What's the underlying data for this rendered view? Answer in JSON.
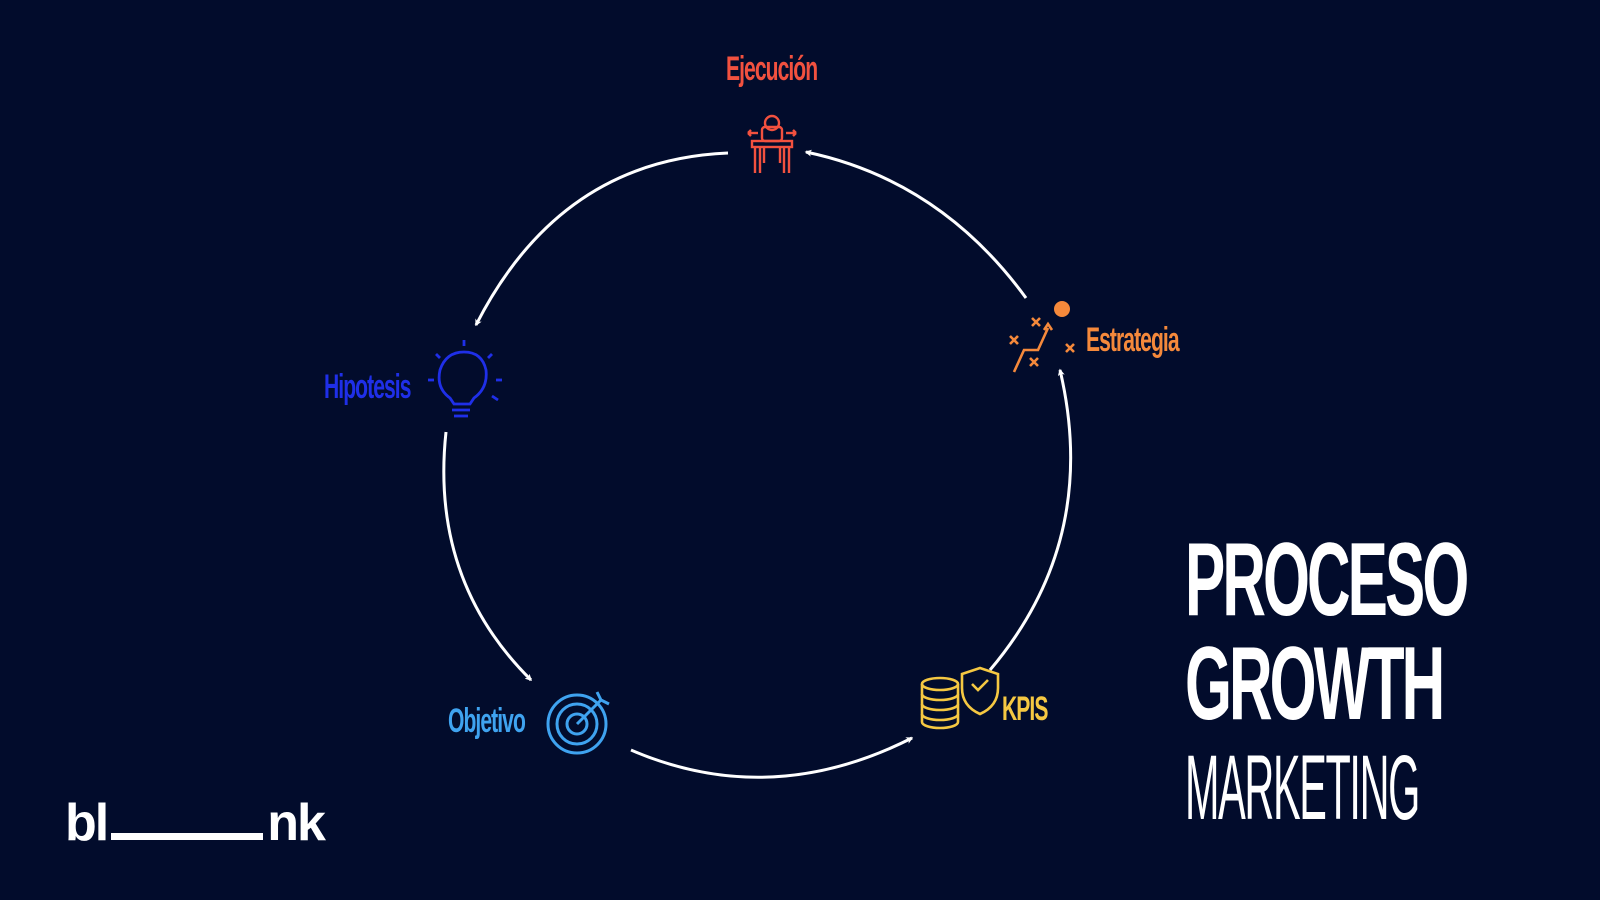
{
  "diagram": {
    "steps": [
      {
        "id": "ejecucion",
        "label": "Ejecución",
        "color": "#f2513f",
        "icon": "person-at-desk-icon"
      },
      {
        "id": "estrategia",
        "label": "Estrategia",
        "color": "#f5893b",
        "icon": "strategy-plan-icon"
      },
      {
        "id": "kpis",
        "label": "KPIS",
        "color": "#f5c842",
        "icon": "coins-shield-icon"
      },
      {
        "id": "objetivo",
        "label": "Objetivo",
        "color": "#3fa3f0",
        "icon": "target-arrow-icon"
      },
      {
        "id": "hipotesis",
        "label": "Hipotesis",
        "color": "#1f2fe8",
        "icon": "lightbulb-icon"
      }
    ],
    "flow": [
      "ejecucion",
      "hipotesis",
      "objetivo",
      "kpis",
      "estrategia",
      "ejecucion"
    ],
    "arrow_color": "#ffffff"
  },
  "title": {
    "line1": "PROCESO",
    "line2": "GROWTH",
    "line3": "MARKETING"
  },
  "brand": {
    "logo_left": "bl",
    "logo_right": "nk"
  }
}
